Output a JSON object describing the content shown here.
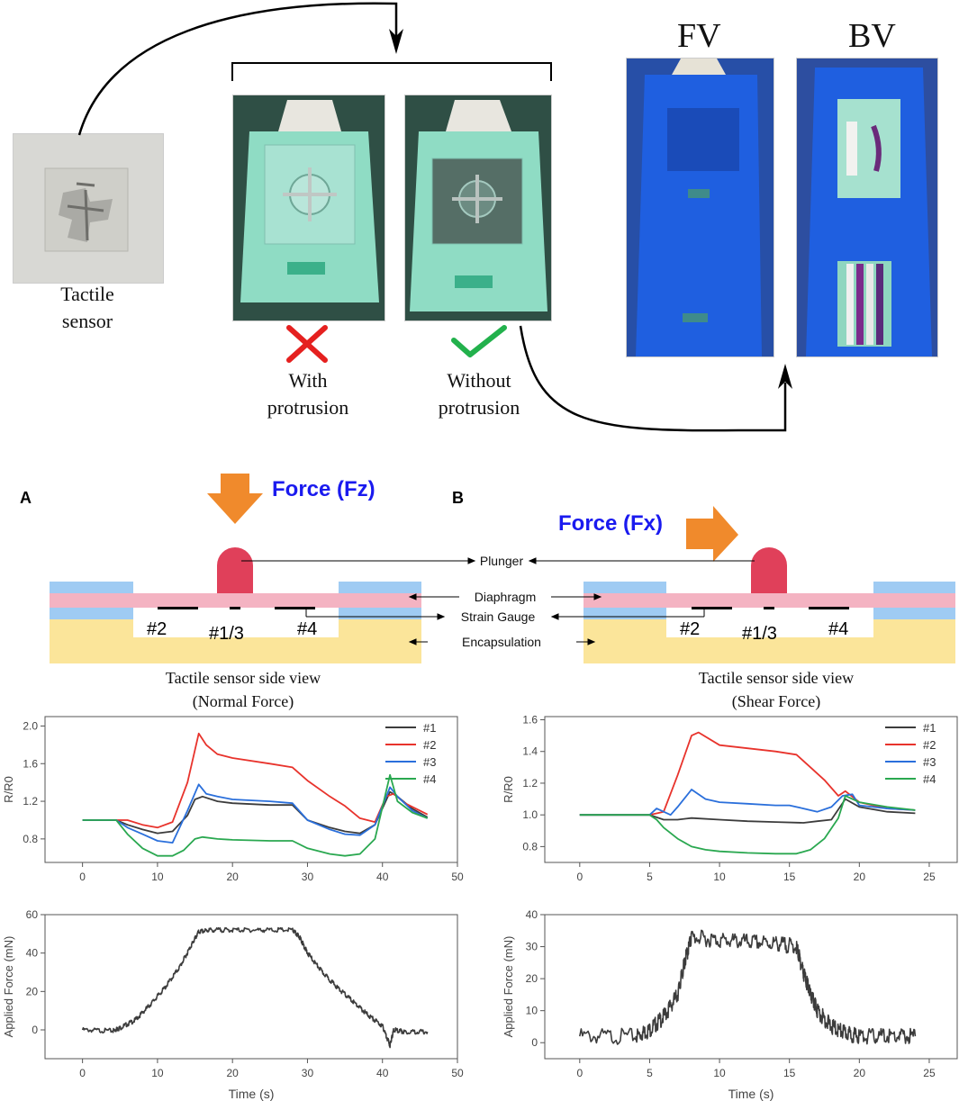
{
  "photos": {
    "tactile_sensor_label": "Tactile\nsensor",
    "with_protrusion_label": "With\nprotrusion",
    "without_protrusion_label": "Without\nprotrusion",
    "fv_label": "FV",
    "bv_label": "BV"
  },
  "diagram": {
    "panel_a": "A",
    "panel_b": "B",
    "force_fz": "Force (Fz)",
    "force_fx": "Force (Fx)",
    "plunger": "Plunger",
    "diaphragm": "Diaphragm",
    "strain_gauge": "Strain Gauge",
    "encapsulation": "Encapsulation",
    "gauge_2": "#2",
    "gauge_13": "#1/3",
    "gauge_4": "#4",
    "caption_a": "Tactile sensor side view\n(Normal Force)",
    "caption_b": "Tactile sensor side view\n(Shear Force)"
  },
  "colors": {
    "arrow_orange": "#f08a2c",
    "force_blue": "#1a1aef",
    "plunger_red": "#e0405a",
    "diaphragm_pink": "#f4b3c2",
    "layer_blue": "#9fcbf3",
    "encapsulation_yellow": "#fbe59a",
    "series_1": "#3c3c3c",
    "series_2": "#e8332c",
    "series_3": "#2a6fdb",
    "series_4": "#2aa850",
    "force_trace": "#3c3c3c"
  },
  "chart_data": [
    {
      "type": "line",
      "ylabel": "R/R0",
      "xlabel": "",
      "xlim": [
        -5,
        50
      ],
      "ylim": [
        0.55,
        2.1
      ],
      "xticks": [
        0,
        10,
        20,
        30,
        40,
        50
      ],
      "yticks": [
        0.8,
        1.2,
        1.6,
        2.0
      ],
      "ytick_labels": [
        "0.8",
        "1.2",
        "1.6",
        "2.0"
      ],
      "legend": "top-right",
      "series": [
        {
          "name": "#1",
          "color": "#3c3c3c",
          "x": [
            0,
            4.5,
            6,
            8,
            10,
            12,
            14,
            15,
            16,
            18,
            20,
            25,
            28,
            30,
            33,
            35,
            37,
            39,
            41,
            42,
            44,
            46
          ],
          "y": [
            1.0,
            1.0,
            0.95,
            0.9,
            0.86,
            0.88,
            1.05,
            1.22,
            1.25,
            1.2,
            1.18,
            1.16,
            1.16,
            1.0,
            0.92,
            0.88,
            0.86,
            0.95,
            1.3,
            1.25,
            1.12,
            1.03
          ]
        },
        {
          "name": "#2",
          "color": "#e8332c",
          "x": [
            0,
            4.5,
            6,
            8,
            10,
            12,
            14,
            15.5,
            16.5,
            18,
            20,
            25,
            28,
            30,
            33,
            35,
            37,
            39,
            40.5,
            41.5,
            43,
            46
          ],
          "y": [
            1.0,
            1.0,
            1.0,
            0.95,
            0.92,
            0.98,
            1.4,
            1.92,
            1.8,
            1.7,
            1.66,
            1.6,
            1.56,
            1.42,
            1.25,
            1.15,
            1.02,
            0.98,
            1.25,
            1.28,
            1.18,
            1.06
          ]
        },
        {
          "name": "#3",
          "color": "#2a6fdb",
          "x": [
            0,
            4.5,
            6,
            8,
            10,
            12,
            14,
            15.5,
            16.5,
            18,
            20,
            25,
            28,
            30,
            33,
            35,
            37,
            39,
            41,
            42,
            44,
            46
          ],
          "y": [
            1.0,
            1.0,
            0.92,
            0.85,
            0.78,
            0.76,
            1.1,
            1.38,
            1.28,
            1.25,
            1.22,
            1.2,
            1.18,
            1.0,
            0.9,
            0.85,
            0.84,
            0.95,
            1.35,
            1.25,
            1.1,
            1.02
          ]
        },
        {
          "name": "#4",
          "color": "#2aa850",
          "x": [
            0,
            4.5,
            6,
            8,
            10,
            12,
            13.5,
            15,
            16,
            18,
            20,
            25,
            28,
            30,
            33,
            35,
            37,
            39,
            41,
            42,
            44,
            46
          ],
          "y": [
            1.0,
            1.0,
            0.85,
            0.7,
            0.62,
            0.62,
            0.68,
            0.8,
            0.82,
            0.8,
            0.79,
            0.78,
            0.78,
            0.7,
            0.64,
            0.62,
            0.64,
            0.8,
            1.48,
            1.2,
            1.08,
            1.02
          ]
        }
      ]
    },
    {
      "type": "line",
      "ylabel": "R/R0",
      "xlabel": "",
      "xlim": [
        -2.5,
        27
      ],
      "ylim": [
        0.7,
        1.62
      ],
      "xticks": [
        0,
        5,
        10,
        15,
        20,
        25
      ],
      "yticks": [
        0.8,
        1.0,
        1.2,
        1.4,
        1.6
      ],
      "ytick_labels": [
        "0.8",
        "1.0",
        "1.2",
        "1.4",
        "1.6"
      ],
      "legend": "top-right",
      "series": [
        {
          "name": "#1",
          "color": "#3c3c3c",
          "x": [
            0,
            5,
            6,
            7,
            8,
            10,
            12,
            14,
            16,
            17,
            18,
            19,
            20,
            22,
            24
          ],
          "y": [
            1.0,
            1.0,
            0.97,
            0.97,
            0.98,
            0.97,
            0.96,
            0.955,
            0.95,
            0.96,
            0.97,
            1.1,
            1.05,
            1.02,
            1.01
          ]
        },
        {
          "name": "#2",
          "color": "#e8332c",
          "x": [
            0,
            5,
            6,
            7,
            8,
            8.5,
            10,
            12,
            14,
            15.5,
            16.5,
            17.5,
            18.5,
            19,
            20,
            22,
            24
          ],
          "y": [
            1.0,
            1.0,
            1.02,
            1.25,
            1.5,
            1.52,
            1.44,
            1.42,
            1.4,
            1.38,
            1.3,
            1.22,
            1.12,
            1.15,
            1.08,
            1.04,
            1.03
          ]
        },
        {
          "name": "#3",
          "color": "#2a6fdb",
          "x": [
            0,
            5,
            5.5,
            6.5,
            7,
            8,
            9,
            10,
            12,
            14,
            15,
            16,
            17,
            18,
            18.8,
            19.5,
            20,
            22,
            24
          ],
          "y": [
            1.0,
            1.0,
            1.04,
            1.0,
            1.05,
            1.16,
            1.1,
            1.08,
            1.07,
            1.06,
            1.06,
            1.04,
            1.02,
            1.05,
            1.12,
            1.13,
            1.06,
            1.04,
            1.03
          ]
        },
        {
          "name": "#4",
          "color": "#2aa850",
          "x": [
            0,
            5,
            5.5,
            6,
            7,
            8,
            9,
            10,
            12,
            14,
            15.5,
            16.5,
            17.5,
            18.5,
            19,
            20,
            22,
            24
          ],
          "y": [
            1.0,
            1.0,
            0.97,
            0.92,
            0.85,
            0.8,
            0.78,
            0.77,
            0.76,
            0.755,
            0.755,
            0.78,
            0.85,
            0.98,
            1.12,
            1.08,
            1.05,
            1.03
          ]
        }
      ]
    },
    {
      "type": "line",
      "ylabel": "Applied Force (mN)",
      "xlabel": "Time (s)",
      "xlim": [
        -5,
        50
      ],
      "ylim": [
        -15,
        60
      ],
      "xticks": [
        0,
        10,
        20,
        30,
        40,
        50
      ],
      "yticks": [
        0,
        20,
        40,
        60
      ],
      "ytick_labels": [
        "0",
        "20",
        "40",
        "60"
      ],
      "series": [
        {
          "name": "",
          "color": "#3c3c3c",
          "x": [
            0,
            4,
            5,
            7,
            9,
            11,
            13,
            14.5,
            15.5,
            17,
            20,
            24,
            28,
            29,
            30,
            32,
            34,
            36,
            38,
            40,
            41,
            41.5,
            43,
            46
          ],
          "y": [
            0,
            -0.5,
            1,
            5,
            13,
            22,
            33,
            44,
            51,
            52,
            52,
            52,
            52,
            48,
            40,
            30,
            22,
            15,
            8,
            2,
            -8,
            0,
            -1,
            -1
          ]
        }
      ]
    },
    {
      "type": "line",
      "ylabel": "Applied Force (mN)",
      "xlabel": "Time (s)",
      "xlim": [
        -2.5,
        27
      ],
      "ylim": [
        -5,
        40
      ],
      "xticks": [
        0,
        5,
        10,
        15,
        20,
        25
      ],
      "yticks": [
        0,
        10,
        20,
        30,
        40
      ],
      "ytick_labels": [
        "0",
        "10",
        "20",
        "30",
        "40"
      ],
      "series": [
        {
          "name": "",
          "color": "#3c3c3c",
          "x": [
            0,
            4,
            5,
            6,
            7,
            7.5,
            8,
            10,
            12,
            14,
            15.5,
            16,
            16.5,
            17,
            18,
            19,
            20,
            22,
            24
          ],
          "y": [
            2,
            2,
            4,
            8,
            15,
            25,
            33,
            32,
            31.5,
            31,
            30,
            22,
            15,
            10,
            5,
            3,
            2,
            2,
            2
          ]
        }
      ]
    }
  ]
}
